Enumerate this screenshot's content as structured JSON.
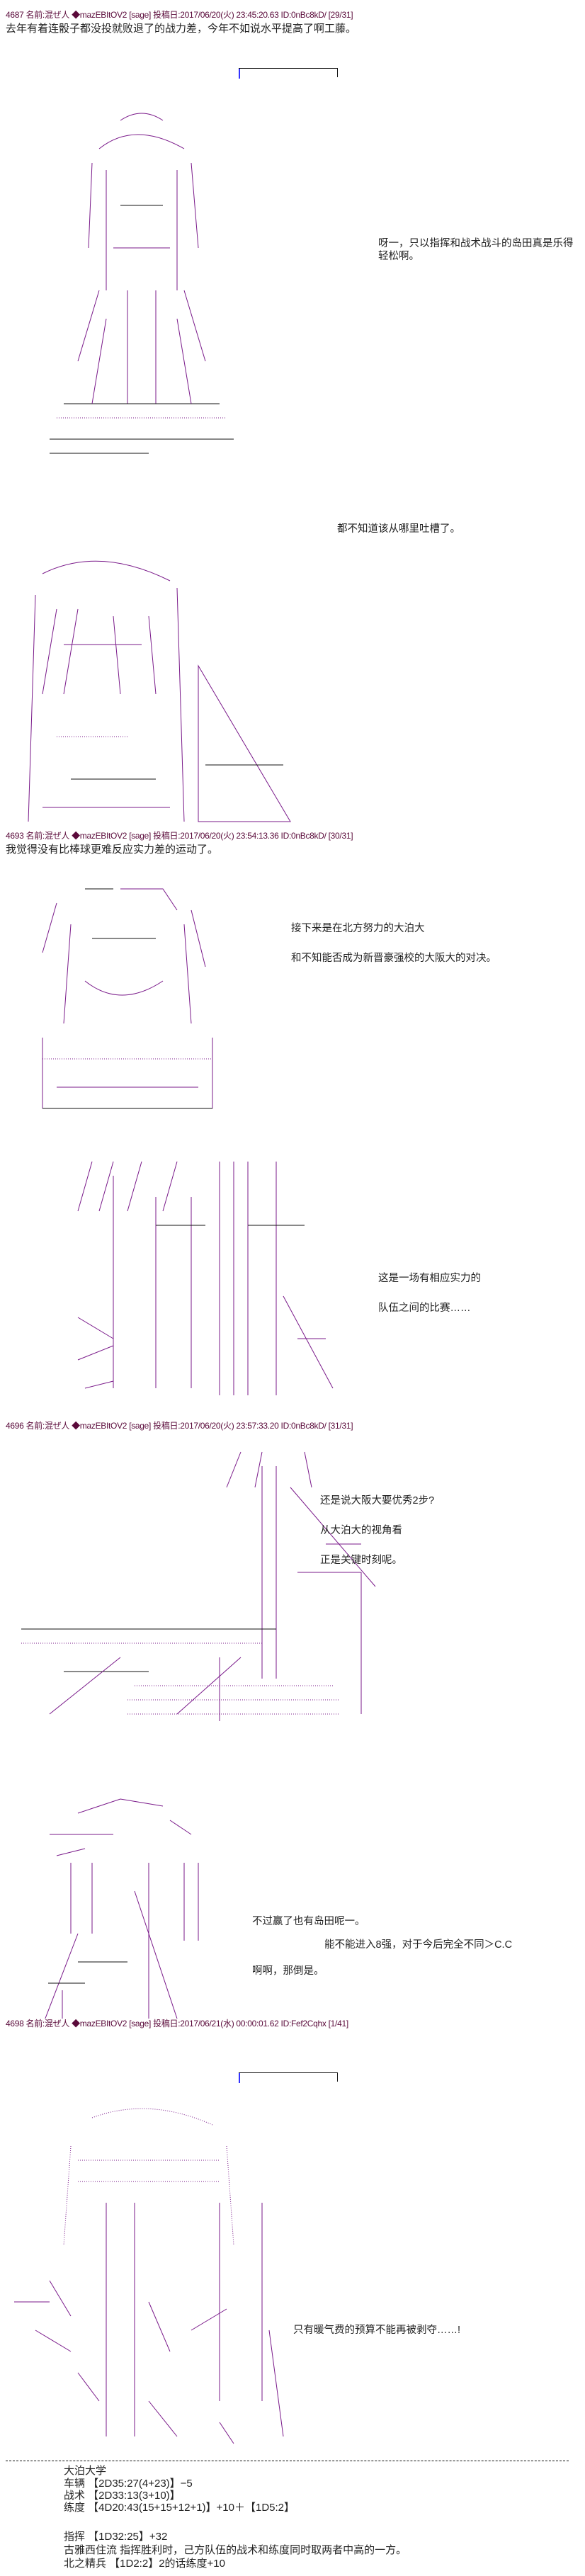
{
  "posts": [
    {
      "header": "4687 名前:混ぜ人 ◆mazEBItOV2 [sage] 投稿日:2017/06/20(火) 23:45:20.63 ID:0nBc8kD/ [29/31]",
      "body": "去年有着连骰子都没投就败退了的战力差，今年不如说水平提高了啊工藤。"
    },
    {
      "header": "4693 名前:混ぜ人 ◆mazEBItOV2 [sage] 投稿日:2017/06/20(火) 23:54:13.36 ID:0nBc8kD/ [30/31]",
      "body": "我觉得没有比棒球更难反应实力差的运动了。"
    },
    {
      "header": "4696 名前:混ぜ人 ◆mazEBItOV2 [sage] 投稿日:2017/06/20(火) 23:57:33.20 ID:0nBc8kD/ [31/31]"
    },
    {
      "header": "4698 名前:混ぜ人 ◆mazEBItOV2 [sage] 投稿日:2017/06/21(水) 00:00:01.62 ID:Fef2Cqhx [1/41]"
    }
  ],
  "dialogue": {
    "d1": "呀一，只以指挥和战术战斗的岛田真是乐得轻松啊。",
    "d2": "都不知道该从哪里吐槽了。",
    "d3": "接下来是在北方努力的大泊大",
    "d4": "和不知能否成为新晋豪强校的大阪大的对决。",
    "d5": "这是一场有相应实力的",
    "d6": "队伍之间的比赛……",
    "d7": "还是说大阪大要优秀2步?",
    "d8": "从大泊大的视角看",
    "d9": "正是关键时刻呢。",
    "d10": "不过赢了也有岛田呢一。",
    "d11": "能不能进入8强，对于今后完全不同＞C.C",
    "d12": "啊啊，那倒是。",
    "d13": "只有暖气费的预算不能再被剥夺……!"
  },
  "footer": {
    "team": "大泊大学",
    "lines": [
      "车辆 【2D35:27(4+23)】−5",
      "战术 【2D33:13(3+10)】",
      "练度 【4D20:43(15+15+12+1)】+10＋【1D5:2】",
      "",
      "指挥 【1D32:25】+32",
      "古雅西住流  指挥胜利时，己方队伍的战术和练度同时取两者中高的一方。",
      "北之精兵 【1D2:2】2的话练度+10"
    ]
  }
}
